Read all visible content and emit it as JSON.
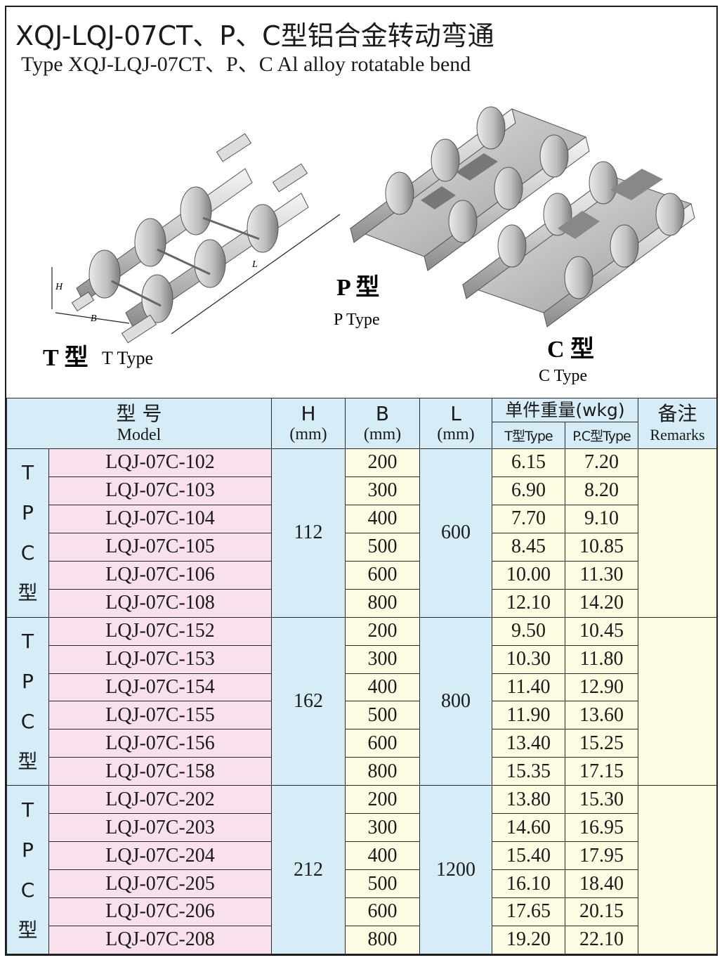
{
  "title_cn": "XQJ-LQJ-07CT、P、C型铝合金转动弯通",
  "title_en": "Type XQJ-LQJ-07CT、P、C  Al alloy rotatable bend",
  "figures": {
    "t_type": {
      "label_cn": "T 型",
      "label_en": "T Type",
      "dim_h": "H",
      "dim_b": "B",
      "dim_l": "L"
    },
    "p_type": {
      "label_cn": "P 型",
      "label_en": "P Type"
    },
    "c_type": {
      "label_cn": "C 型",
      "label_en": "C Type"
    }
  },
  "table": {
    "headers": {
      "model_cn": "型  号",
      "model_en": "Model",
      "h": "H",
      "h_unit": "(mm)",
      "b": "B",
      "b_unit": "(mm)",
      "l": "L",
      "l_unit": "(mm)",
      "weight_cn": "单件重量(wkg)",
      "weight_t": "T型Type",
      "weight_pc": "P.C型Type",
      "remarks_cn": "备注",
      "remarks_en": "Remarks"
    },
    "groups": [
      {
        "label": [
          "T",
          "P",
          "C",
          "型"
        ],
        "h": "112",
        "l": "600",
        "rows": [
          {
            "model": "LQJ-07C-102",
            "b": "200",
            "t": "6.15",
            "pc": "7.20"
          },
          {
            "model": "LQJ-07C-103",
            "b": "300",
            "t": "6.90",
            "pc": "8.20"
          },
          {
            "model": "LQJ-07C-104",
            "b": "400",
            "t": "7.70",
            "pc": "9.10"
          },
          {
            "model": "LQJ-07C-105",
            "b": "500",
            "t": "8.45",
            "pc": "10.85"
          },
          {
            "model": "LQJ-07C-106",
            "b": "600",
            "t": "10.00",
            "pc": "11.30"
          },
          {
            "model": "LQJ-07C-108",
            "b": "800",
            "t": "12.10",
            "pc": "14.20"
          }
        ]
      },
      {
        "label": [
          "T",
          "P",
          "C",
          "型"
        ],
        "h": "162",
        "l": "800",
        "rows": [
          {
            "model": "LQJ-07C-152",
            "b": "200",
            "t": "9.50",
            "pc": "10.45"
          },
          {
            "model": "LQJ-07C-153",
            "b": "300",
            "t": "10.30",
            "pc": "11.80"
          },
          {
            "model": "LQJ-07C-154",
            "b": "400",
            "t": "11.40",
            "pc": "12.90"
          },
          {
            "model": "LQJ-07C-155",
            "b": "500",
            "t": "11.90",
            "pc": "13.60"
          },
          {
            "model": "LQJ-07C-156",
            "b": "600",
            "t": "13.40",
            "pc": "15.25"
          },
          {
            "model": "LQJ-07C-158",
            "b": "800",
            "t": "15.35",
            "pc": "17.15"
          }
        ]
      },
      {
        "label": [
          "T",
          "P",
          "C",
          "型"
        ],
        "h": "212",
        "l": "1200",
        "rows": [
          {
            "model": "LQJ-07C-202",
            "b": "200",
            "t": "13.80",
            "pc": "15.30"
          },
          {
            "model": "LQJ-07C-203",
            "b": "300",
            "t": "14.60",
            "pc": "16.95"
          },
          {
            "model": "LQJ-07C-204",
            "b": "400",
            "t": "15.40",
            "pc": "17.95"
          },
          {
            "model": "LQJ-07C-205",
            "b": "500",
            "t": "16.10",
            "pc": "18.40"
          },
          {
            "model": "LQJ-07C-206",
            "b": "600",
            "t": "17.65",
            "pc": "20.15"
          },
          {
            "model": "LQJ-07C-208",
            "b": "800",
            "t": "19.20",
            "pc": "22.10"
          }
        ]
      }
    ]
  }
}
